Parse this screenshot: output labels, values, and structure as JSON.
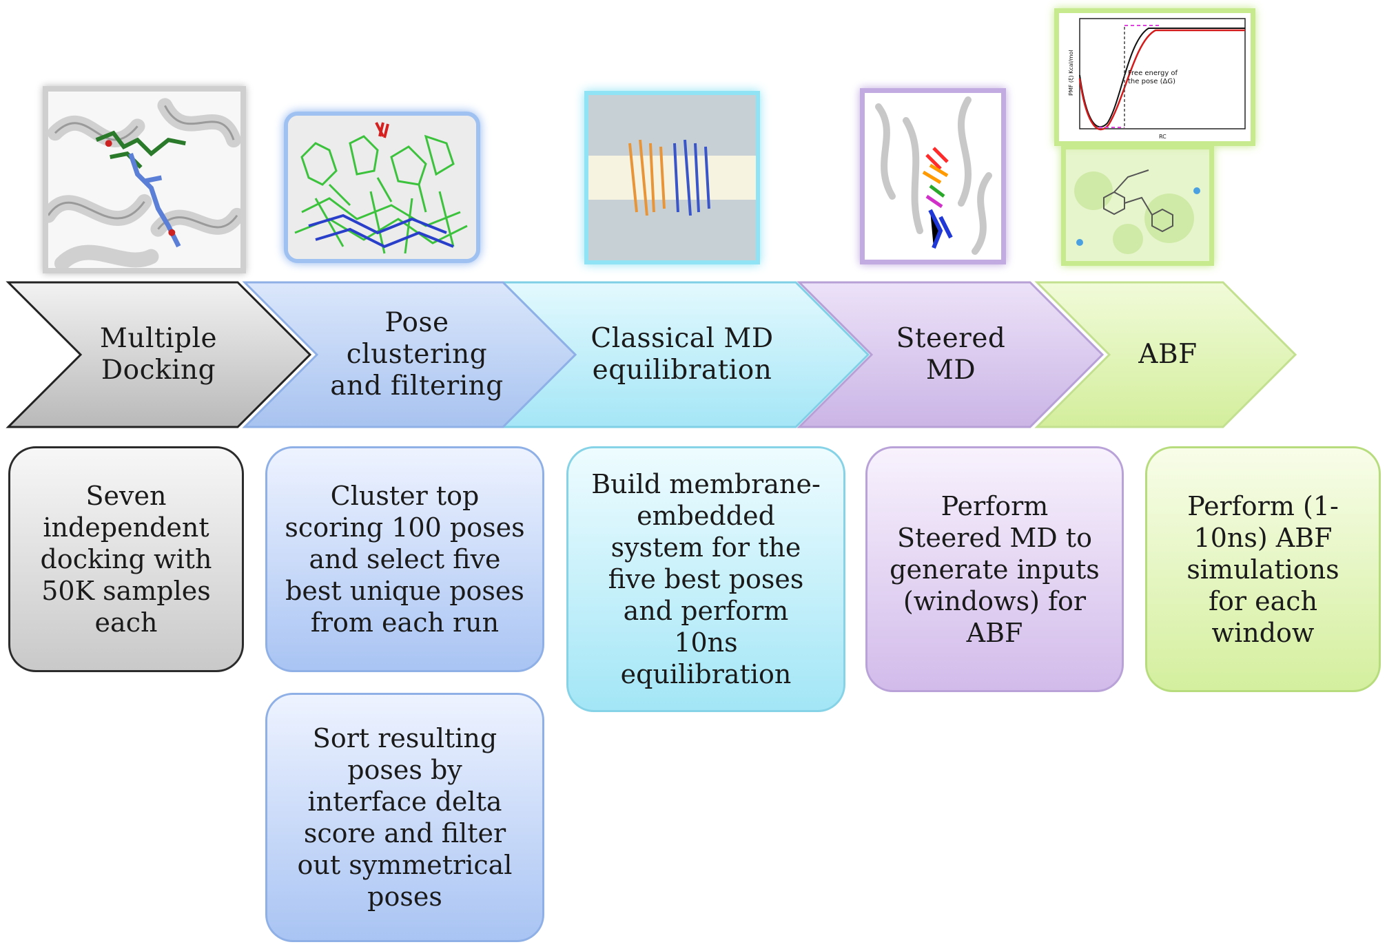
{
  "stages": [
    {
      "label": "Multiple\nDocking",
      "color": "#d9d9d9"
    },
    {
      "label": "Pose\nclustering\nand filtering",
      "color": "#bcd2f6"
    },
    {
      "label": "Classical MD\nequilibration",
      "color": "#bdeefa"
    },
    {
      "label": "Steered\nMD",
      "color": "#dccaef"
    },
    {
      "label": "ABF",
      "color": "#e1f4bd"
    }
  ],
  "boxes": {
    "docking": "Seven\nindependent\ndocking with\n50K samples\neach",
    "cluster": "Cluster top\nscoring 100 poses\nand select five\nbest unique poses\nfrom each run",
    "sort": "Sort resulting\nposes by\ninterface delta\nscore and filter\nout symmetrical\nposes",
    "md": "Build membrane-\nembedded\nsystem for the\nfive best poses\nand perform\n10ns\nequilibration",
    "steered": "Perform\nSteered MD to\ngenerate inputs\n(windows) for\nABF",
    "abf": "Perform (1-\n10ns) ABF\nsimulations\nfor each\nwindow"
  },
  "plot": {
    "ylabel": "PMF (ξ) Kcal/mol",
    "xlabel": "RC",
    "annotation_line1": "Free energy of",
    "annotation_line2": "the pose (ΔG)"
  }
}
